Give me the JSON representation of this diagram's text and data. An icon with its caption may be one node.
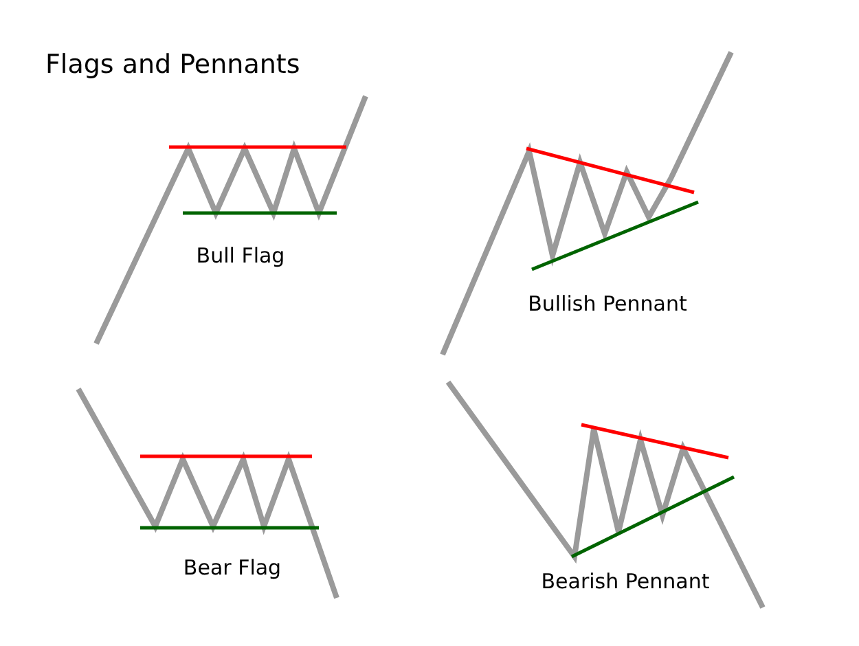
{
  "diagram": {
    "title": "Flags and Pennants",
    "labels": [
      "Bull Flag",
      "Bullish Pennant",
      "Bear Flag",
      "Bearish Pennant"
    ]
  }
}
